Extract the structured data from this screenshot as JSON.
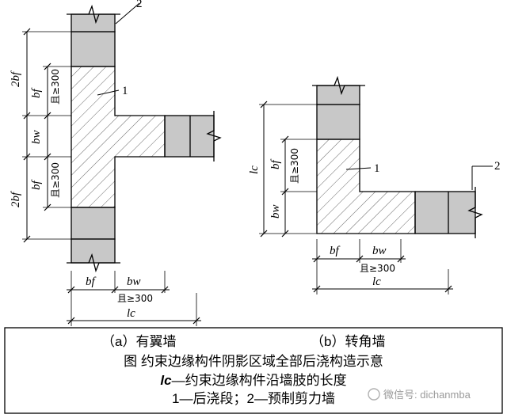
{
  "diagram_a": {
    "label_1": "1",
    "label_2": "2",
    "dim_2bf": "2bf",
    "dim_bf": "bf",
    "dim_bw": "bw",
    "dim_lc": "lc",
    "note_300": "且≥300"
  },
  "diagram_b": {
    "label_1": "1",
    "label_2": "2",
    "dim_bf": "bf",
    "dim_bw": "bw",
    "dim_lc": "lc",
    "note_300": "且≥300"
  },
  "caption": {
    "sub_a": "（a）有翼墙",
    "sub_b": "（b）转角墙",
    "title": "图  约束边缘构件阴影区域全部后浇构造示意",
    "lc_symbol": "lc",
    "lc_text": "—约束边缘构件沿墙肢的长度",
    "legend": "1—后浇段；2—预制剪力墙"
  },
  "watermark": {
    "text": "微信号: dichanmba"
  }
}
